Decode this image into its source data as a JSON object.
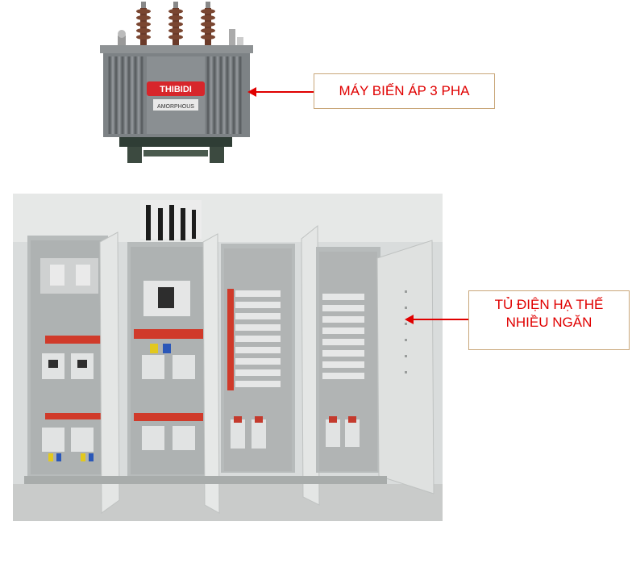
{
  "transformer": {
    "brand": "THIBIDI",
    "model": "AMORPHOUS"
  },
  "callouts": {
    "transformer_label": "MÁY BIẾN ÁP 3 PHA",
    "panel_label_line1": "TỦ ĐIỆN HẠ THẾ",
    "panel_label_line2": "NHIỀU NGĂN"
  },
  "colors": {
    "callout_text": "#e00000",
    "callout_border": "#c9a77a",
    "arrow": "#e00000"
  }
}
